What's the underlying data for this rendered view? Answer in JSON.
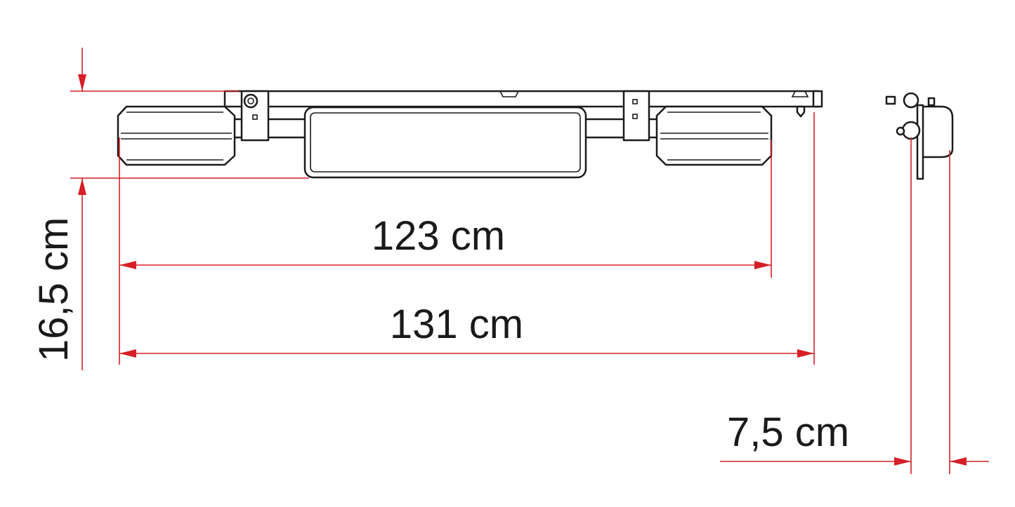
{
  "diagram": {
    "dimensions": {
      "inner_width": "123 cm",
      "total_width": "131 cm",
      "height": "16,5 cm",
      "depth": "7,5 cm"
    },
    "colors": {
      "dimension_line": "#d61f26",
      "outline": "#1a1a1a",
      "background": "#ffffff"
    }
  }
}
